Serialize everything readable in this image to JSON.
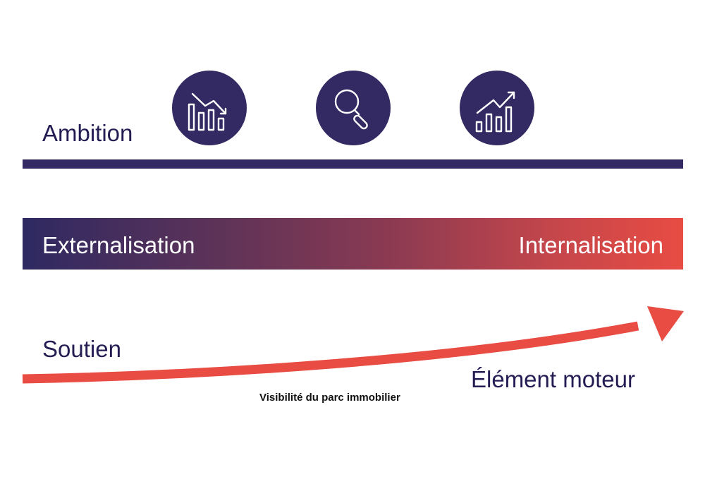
{
  "top": {
    "label": "Ambition",
    "icons": [
      {
        "name": "declining-bar-chart-icon"
      },
      {
        "name": "magnifier-icon"
      },
      {
        "name": "rising-bar-chart-icon"
      }
    ]
  },
  "spectrum": {
    "left_label": "Externalisation",
    "right_label": "Internalisation",
    "gradient_start": "#2e2962",
    "gradient_end": "#e84c43"
  },
  "bottom": {
    "left_label": "Soutien",
    "right_label": "Élément moteur",
    "caption": "Visibilité du parc immobilier",
    "arrow_color": "#e84c43"
  },
  "colors": {
    "navy": "#332a63",
    "text_navy": "#231d54",
    "red": "#e84c43"
  }
}
